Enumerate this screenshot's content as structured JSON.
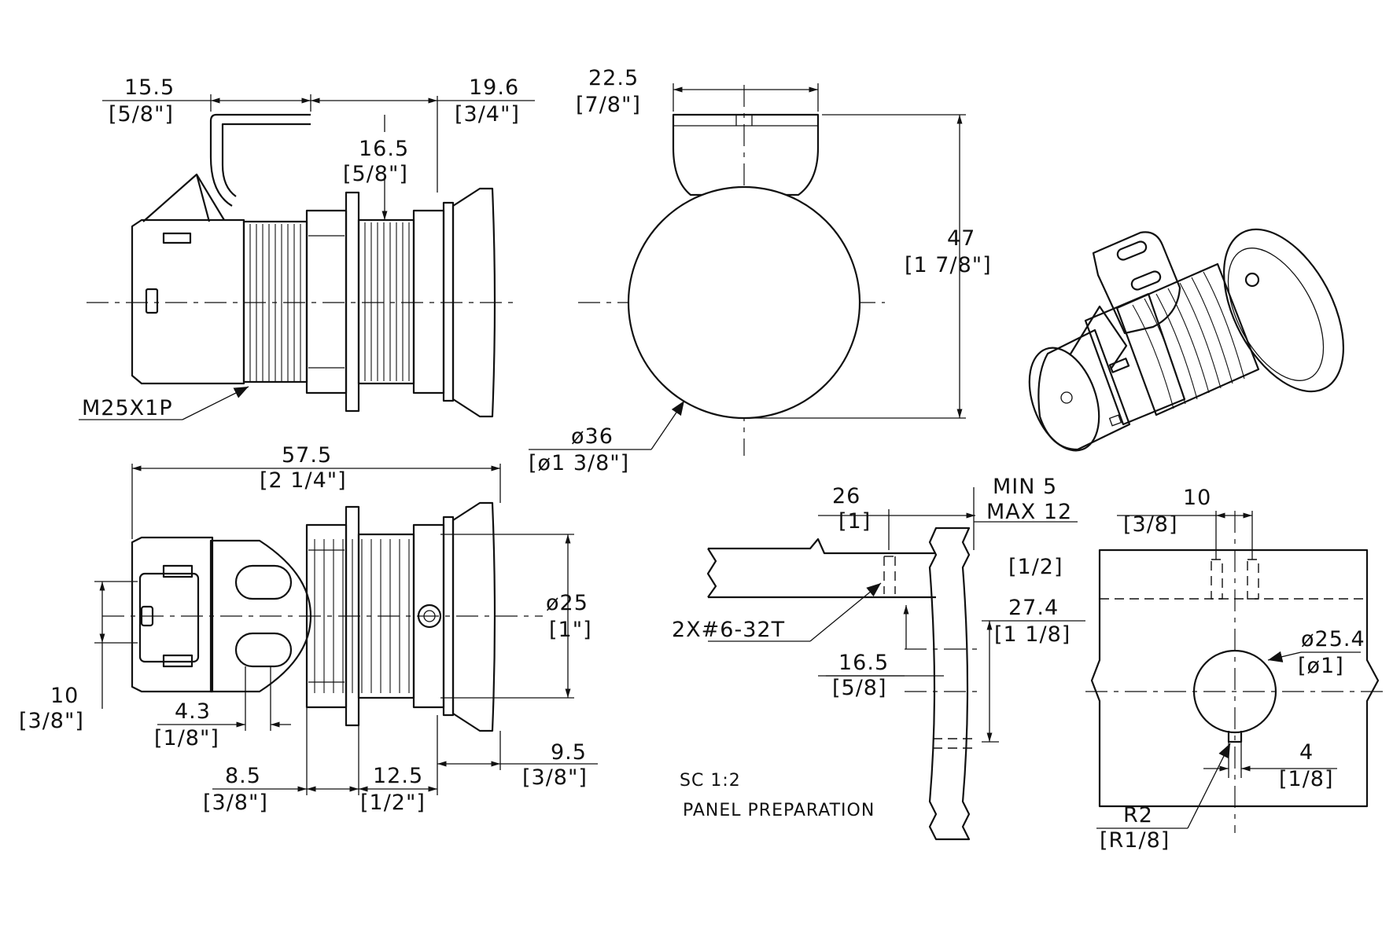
{
  "labels": {
    "d_15_5": "15.5",
    "d_15_5_in": "[5/8\"]",
    "d_19_6": "19.6",
    "d_19_6_in": "[3/4\"]",
    "d_16_5_top": "16.5",
    "d_16_5_top_in": "[5/8\"]",
    "thread_spec": "M25X1P",
    "d_22_5": "22.5",
    "d_22_5_in": "[7/8\"]",
    "d_47": "47",
    "d_47_in": "[1 7/8\"]",
    "d_36": "ø36",
    "d_36_in": "[ø1 3/8\"]",
    "d_57_5": "57.5",
    "d_57_5_in": "[2 1/4\"]",
    "d_25": "ø25",
    "d_25_in": "[1\"]",
    "d_10_left": "10",
    "d_10_left_in": "[3/8\"]",
    "d_4_3": "4.3",
    "d_4_3_in": "[1/8\"]",
    "d_8_5": "8.5",
    "d_8_5_in": "[3/8\"]",
    "d_12_5": "12.5",
    "d_12_5_in": "[1/2\"]",
    "d_9_5": "9.5",
    "d_9_5_in": "[3/8\"]",
    "d_26": "26",
    "d_26_in": "[1]",
    "min_5": "MIN 5",
    "max_12": "MAX 12",
    "max_12_in": "[1/2]",
    "screw_spec": "2X#6-32T",
    "d_16_5_panel": "16.5",
    "d_16_5_panel_in": "[5/8]",
    "d_27_4": "27.4",
    "d_27_4_in": "[1 1/8]",
    "d_10_panel": "10",
    "d_10_panel_in": "[3/8]",
    "d_25_4": "ø25.4",
    "d_25_4_in": "[ø1]",
    "d_4": "4",
    "d_4_in": "[1/8]",
    "r2": "R2",
    "r2_in": "[R1/8]",
    "scale": "SC 1:2",
    "panel_prep": "PANEL PREPARATION"
  }
}
